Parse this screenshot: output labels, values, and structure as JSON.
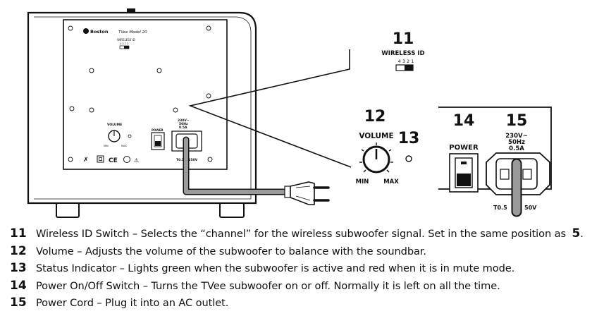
{
  "device": {
    "brand": "Boston",
    "model": "TVee Model 20",
    "panel_labels": {
      "wireless_id": "WIRELESS ID",
      "wireless_digits": "4 3 2 1",
      "volume": "VOLUME",
      "min": "MIN",
      "max": "MAX",
      "power": "POWER",
      "rating": [
        "230V~",
        "50Hz",
        "0.5A"
      ],
      "fuse": "T0.5AL250V"
    }
  },
  "callouts": {
    "c11": {
      "number": "11",
      "label": "WIRELESS ID",
      "digits": "4 3 2 1"
    },
    "c12": {
      "number": "12",
      "label": "VOLUME",
      "min": "MIN",
      "max": "MAX"
    },
    "c13": {
      "number": "13"
    },
    "c14": {
      "number": "14",
      "label": "POWER"
    },
    "c15": {
      "number": "15",
      "rating": [
        "230V~",
        "50Hz",
        "0.5A"
      ],
      "fuse_left": "T0.5",
      "fuse_right": "50V"
    }
  },
  "legend": [
    {
      "number": "11",
      "text": "Wireless ID Switch – Selects the “channel” for the wireless subwoofer signal. Set in the same position as ",
      "ref": "5",
      "suffix": "."
    },
    {
      "number": "12",
      "text": "Volume – Adjusts the volume of the subwoofer to balance with the soundbar."
    },
    {
      "number": "13",
      "text": "Status Indicator – Lights green when the subwoofer is active and red when it is in mute mode."
    },
    {
      "number": "14",
      "text": "Power On/Off Switch – Turns the TVee subwoofer on or off. Normally it is left on all the time."
    },
    {
      "number": "15",
      "text": "Power Cord – Plug it into an AC outlet."
    }
  ]
}
